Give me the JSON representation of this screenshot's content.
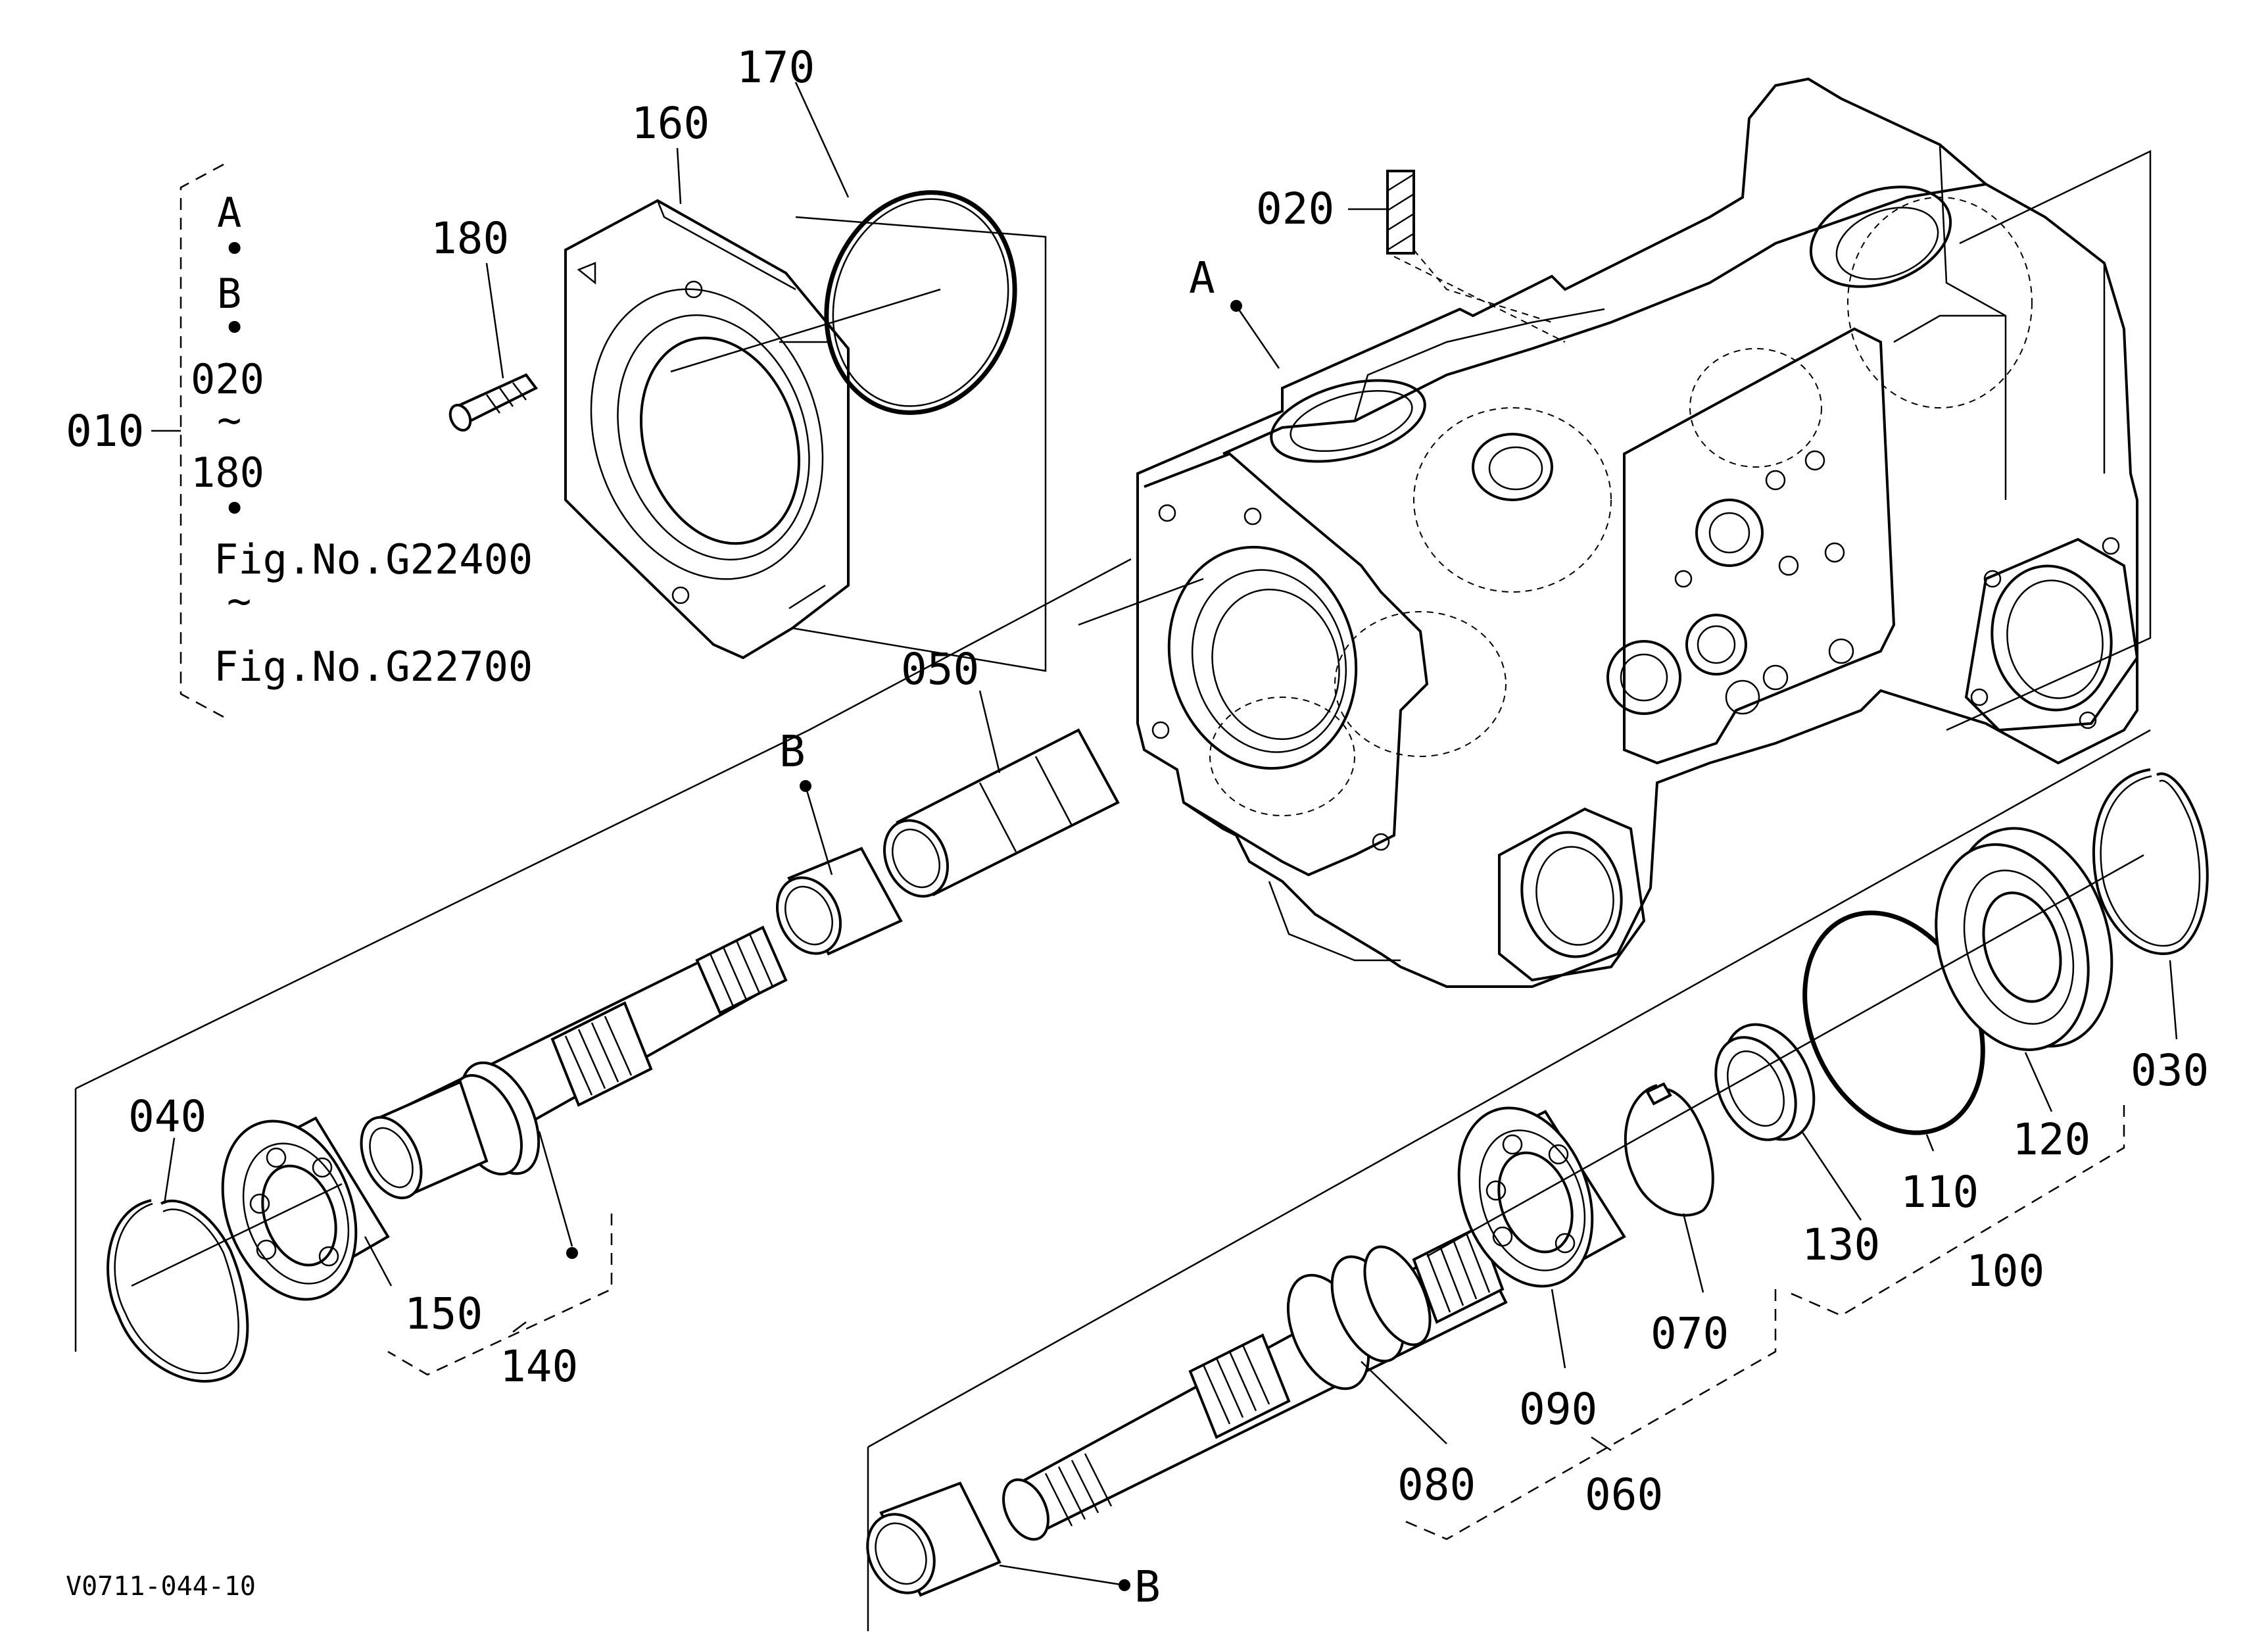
{
  "figure_id": "V0711-044-10",
  "group_010": {
    "label": "010",
    "lines": [
      "A",
      "•",
      "B",
      "•",
      "020",
      "~",
      "180",
      "•",
      "Fig.No.G22400",
      "~",
      "Fig.No.G22700"
    ]
  },
  "callouts": {
    "p020": "020",
    "p030": "030",
    "p040": "040",
    "p050": "050",
    "p060": "060",
    "p070": "070",
    "p080": "080",
    "p090": "090",
    "p100": "100",
    "p110": "110",
    "p120": "120",
    "p130": "130",
    "p140": "140",
    "p150": "150",
    "p160": "160",
    "p170": "170",
    "p180": "180"
  },
  "reference_marks": {
    "a_housing": "A",
    "b_upper": "B",
    "b_lower": "B"
  }
}
